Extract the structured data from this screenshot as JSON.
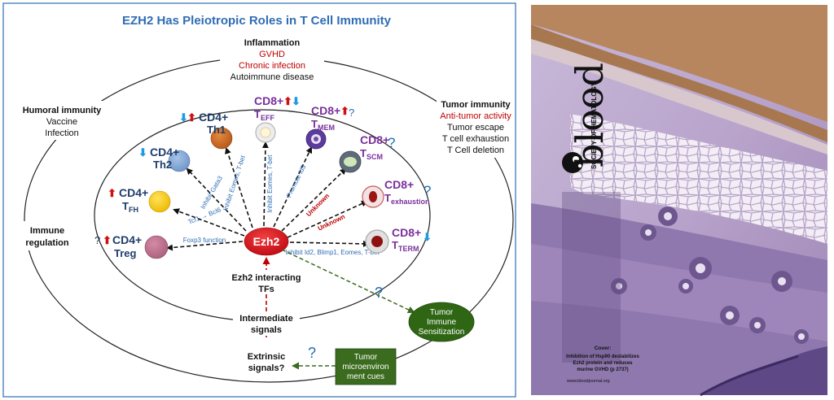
{
  "title": "EZH2 Has Pleiotropic Roles in T Cell Immunity",
  "boxes": {
    "inflammation": {
      "heading": "Inflammation",
      "lines": [
        "GVHD",
        "Chronic infection",
        "Autoimmune disease"
      ]
    },
    "humoral": {
      "heading": "Humoral immunity",
      "lines": [
        "Vaccine",
        "Infection"
      ]
    },
    "tumor_immunity": {
      "heading": "Tumor immunity",
      "lines": [
        "Anti-tumor activity",
        "Tumor escape",
        "T cell exhaustion",
        "T Cell deletion"
      ]
    },
    "immune_regulation": {
      "lines": [
        "Immune",
        "regulation"
      ]
    }
  },
  "center": {
    "label": "Ezh2",
    "interacting": [
      "Ezh2 interacting",
      "TFs"
    ],
    "intermediate": [
      "Intermediate",
      "signals"
    ],
    "extrinsic": [
      "Extrinsic",
      "signals?"
    ]
  },
  "cells": {
    "cd4_th1": {
      "main": "CD4+",
      "sub": "Th1"
    },
    "cd4_th2": {
      "main": "CD4+",
      "sub": "Th2"
    },
    "cd4_tfh": {
      "main": "CD4+",
      "base": "T",
      "subscript": "FH"
    },
    "cd4_treg": {
      "prefix": "?",
      "main": "CD4+",
      "sub": "Treg"
    },
    "cd8_teff": {
      "main": "CD8+",
      "base": "T",
      "subscript": "EFF"
    },
    "cd8_tmem": {
      "main": "CD8+",
      "base": "T",
      "subscript": "MEM",
      "suffix": "?"
    },
    "cd8_tscm": {
      "main": "CD8+",
      "base": "T",
      "subscript": "SCM",
      "suffix": "?"
    },
    "cd8_texh": {
      "main": "CD8+",
      "base": "T",
      "subscript": "exhaustion",
      "suffix": "?"
    },
    "cd8_tterm": {
      "main": "CD8+",
      "base": "T",
      "subscript": "TERM"
    }
  },
  "arrow_labels": {
    "th1": "Inhibit Eomes, T-bet",
    "th2": "Inhibit Gata3",
    "tfh": "Tcf1 → Bcl6",
    "treg": "Foxp3 function",
    "teff": "Inhibit Eomes, T-bet",
    "tmem": "Promote Id3",
    "tscm": "Unknown",
    "texh": "Unknown",
    "tterm": "Inhibit Id2, Blimp1, Eomes, T-bet"
  },
  "question_marks": {
    "sensitization": "?",
    "microenvironment": "?"
  },
  "tumor_sensitization": [
    "Tumor",
    "Immune",
    "Sensitization"
  ],
  "tumor_microenvironment": [
    "Tumor",
    "microenviron",
    "ment cues"
  ],
  "cover": {
    "journal": "blood",
    "society": "SOCIETY OF HEMATOLOGY",
    "cover_label": "Cover:",
    "cover_caption": [
      "Inhibition of Hsp90 destabilizes",
      "Ezh2 protein and reduces",
      "murine GVHD (p 2737)"
    ],
    "website": "www.bloodjournal.org"
  },
  "colors": {
    "title": "#2F6DB5",
    "cd4_label": "#1F3D6B",
    "cd8_label": "#7A2F9C",
    "red_text": "#C00000",
    "arrow_label_blue": "#2F6DB5",
    "ezh2_red": "#D3111A",
    "green_box": "#3A6B1E",
    "green_oval": "#2F6614"
  }
}
